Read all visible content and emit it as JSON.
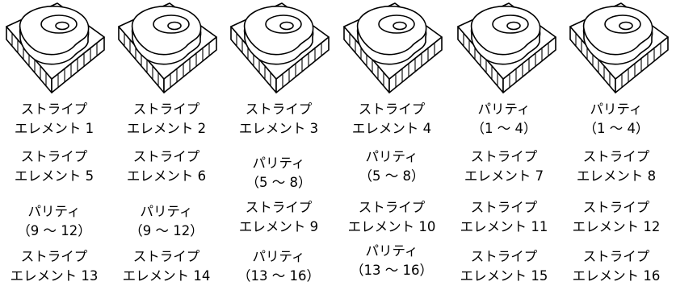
{
  "columns": [
    {
      "cells": [
        {
          "l1": "ストライプ",
          "l2": "エレメント 1"
        },
        {
          "l1": "ストライプ",
          "l2": "エレメント 5"
        },
        {
          "l1": "パリティ",
          "l2": "（9 ～ 12）"
        },
        {
          "l1": "ストライプ",
          "l2": "エレメント 13"
        }
      ]
    },
    {
      "cells": [
        {
          "l1": "ストライプ",
          "l2": "エレメント 2"
        },
        {
          "l1": "ストライプ",
          "l2": "エレメント 6"
        },
        {
          "l1": "パリティ",
          "l2": "（9 ～ 12）"
        },
        {
          "l1": "ストライプ",
          "l2": "エレメント 14"
        }
      ]
    },
    {
      "cells": [
        {
          "l1": "ストライプ",
          "l2": "エレメント 3"
        },
        {
          "l1": "パリティ",
          "l2": "（5 ～ 8）"
        },
        {
          "l1": "ストライプ",
          "l2": "エレメント 9"
        },
        {
          "l1": "パリティ",
          "l2": "（13 ～ 16）"
        }
      ]
    },
    {
      "cells": [
        {
          "l1": "ストライプ",
          "l2": "エレメント 4"
        },
        {
          "l1": "パリティ",
          "l2": "（5 ～ 8）"
        },
        {
          "l1": "ストライプ",
          "l2": "エレメント 10"
        },
        {
          "l1": "パリティ",
          "l2": "（13 ～ 16）"
        }
      ]
    },
    {
      "cells": [
        {
          "l1": "パリティ",
          "l2": "（1 ～ 4）"
        },
        {
          "l1": "ストライプ",
          "l2": "エレメント 7"
        },
        {
          "l1": "ストライプ",
          "l2": "エレメント 11"
        },
        {
          "l1": "ストライプ",
          "l2": "エレメント 15"
        }
      ]
    },
    {
      "cells": [
        {
          "l1": "パリティ",
          "l2": "（1 ～ 4）"
        },
        {
          "l1": "ストライプ",
          "l2": "エレメント 8"
        },
        {
          "l1": "ストライプ",
          "l2": "エレメント 12"
        },
        {
          "l1": "ストライプ",
          "l2": "エレメント 16"
        }
      ]
    }
  ]
}
